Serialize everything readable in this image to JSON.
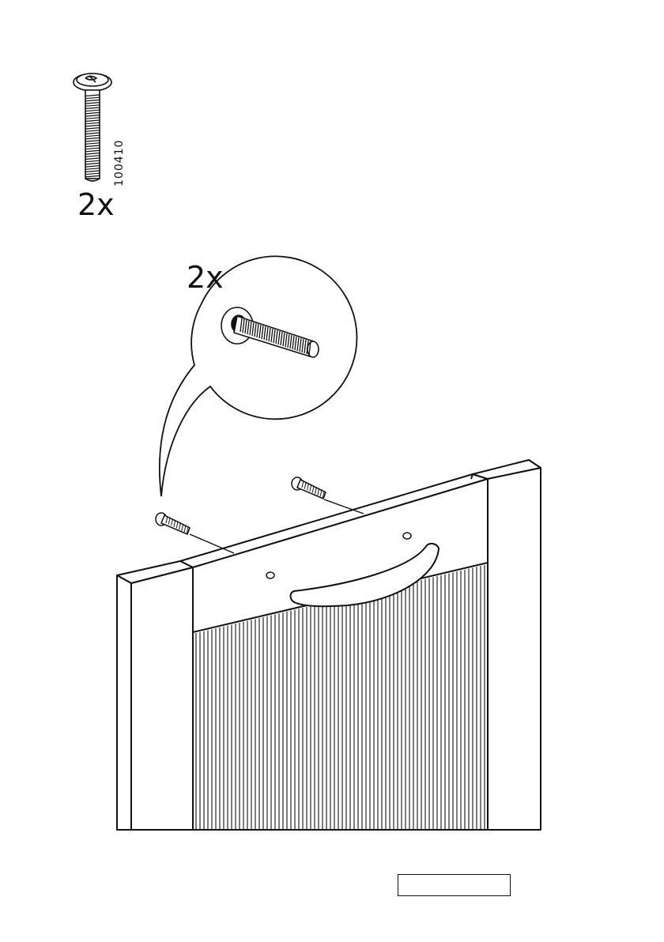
{
  "parts": {
    "screw_quantity": "2x",
    "screw_part_number": "100410"
  },
  "callout": {
    "quantity": "2x"
  },
  "icons": {
    "screw": "screw-icon",
    "door": "door-panel-illustration",
    "handle": "handle-icon",
    "magnifier": "callout-magnifier"
  },
  "colors": {
    "ink": "#111111",
    "paper": "#ffffff"
  }
}
